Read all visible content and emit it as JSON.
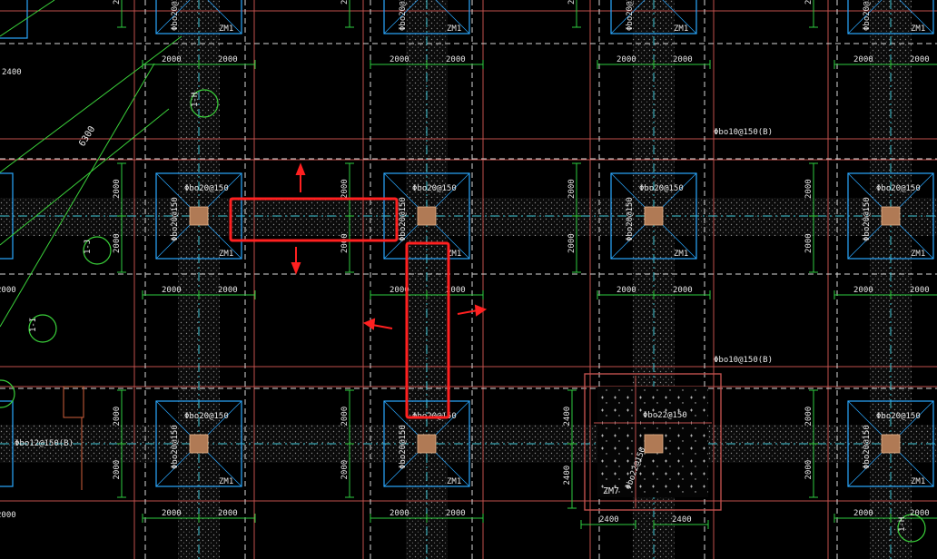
{
  "viewport": {
    "background": "#000000"
  },
  "colors": {
    "grid_red": "#c0504d",
    "axis_cyan": "#3fc8d8",
    "dim_green": "#2ecc40",
    "dim_white": "#e8e8e8",
    "column_fill": "#b07a55",
    "footing_blue": "#2aa8ff",
    "beam_fill": "#9a9a9a",
    "highlight": "#ff2020",
    "diagonal_green": "#3ad13a",
    "zm7_dots": "#d9d9d9"
  },
  "dimensions": {
    "footing_half": "2000",
    "footing_half_large": "2400",
    "diagonal_span": "6300"
  },
  "rebar_labels": {
    "col_top": "Φbo20@150",
    "col_bottom_row": "Φbo20@150",
    "beam_side": "Φbo10@150(B)",
    "beam_side_left": "Φbo12@150(B)",
    "zm7_top": "Φbo22@150",
    "zm7_side": "Φbo22@150",
    "col_vertical": "Φbo20@150"
  },
  "footing_tags": {
    "zm1": "ZM1",
    "zm7": "ZM7"
  },
  "axis_bubbles": [
    "1-H",
    "1-J",
    "1-I",
    "1-J",
    "1-H"
  ],
  "selection": {
    "horizontal_box_label": "selected-beam-horizontal",
    "vertical_box_label": "selected-beam-vertical"
  }
}
